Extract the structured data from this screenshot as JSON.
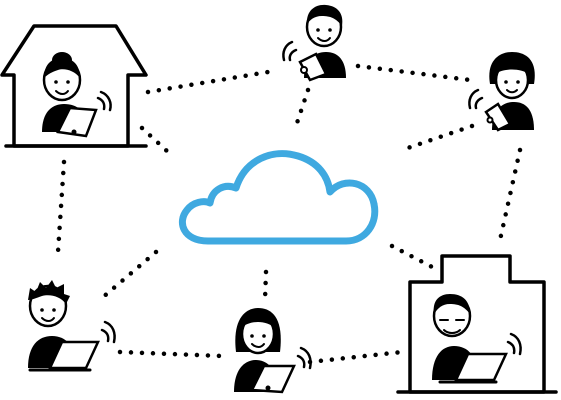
{
  "colors": {
    "cloud_stroke": "#3fa9e0",
    "ink": "#000000",
    "background": "#ffffff"
  },
  "icons": {
    "center": "cloud-icon",
    "wifi": "wifi-signal-icon",
    "tablet": "tablet-icon",
    "laptop": "laptop-icon",
    "house": "house-icon",
    "building": "building-icon"
  },
  "nodes": [
    "woman-in-house-with-tablet",
    "boy-with-tablet-top",
    "girl-with-tablet-right",
    "man-with-laptop-left",
    "woman-with-tablet-bottom",
    "elderly-man-in-building-with-laptop"
  ]
}
